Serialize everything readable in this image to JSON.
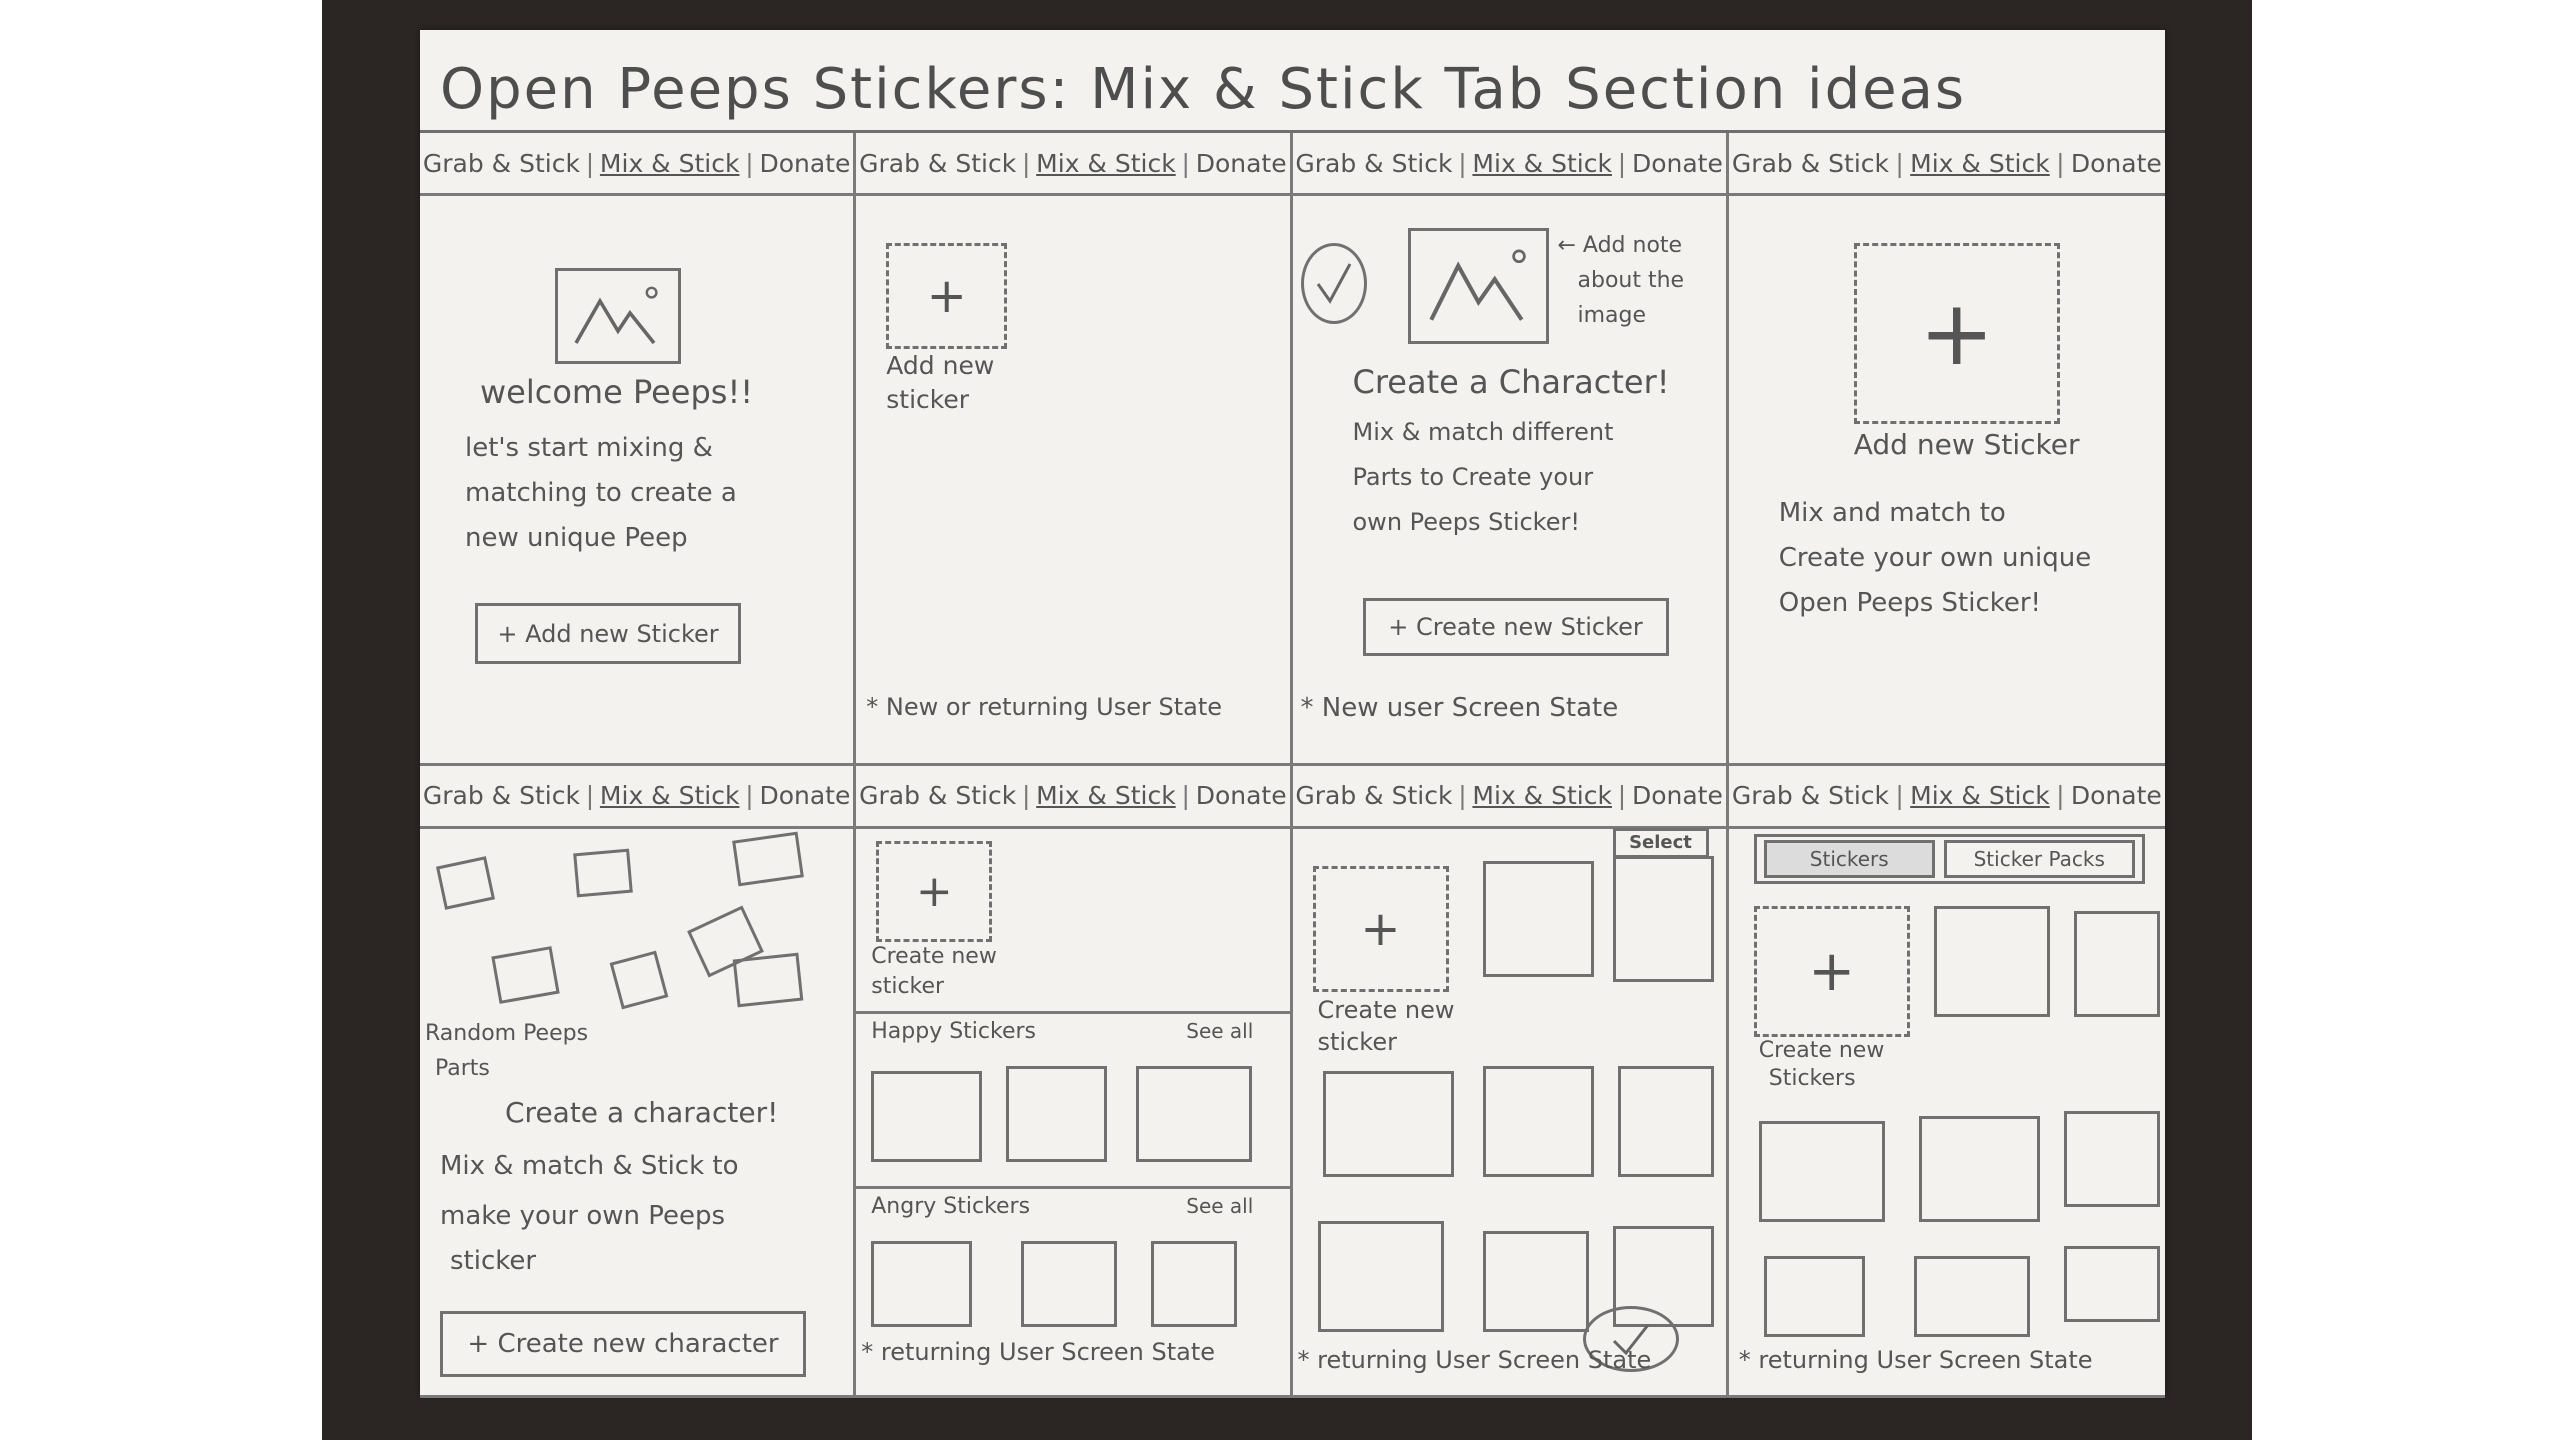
{
  "title": "Open Peeps Stickers: Mix & Stick Tab Section ideas",
  "tabs": {
    "grab": "Grab & Stick",
    "mix": "Mix & Stick",
    "donate": "Donate"
  },
  "panel1": {
    "welcome": "welcome Peeps!!",
    "body": [
      "let's start mixing &",
      "matching to create a",
      "new unique Peep"
    ],
    "button": "+ Add new Sticker"
  },
  "panel2": {
    "add_label": [
      "Add new",
      "sticker"
    ],
    "note": "* New or returning User State"
  },
  "panel3": {
    "arrow_note": [
      "← Add note",
      "about the",
      "image"
    ],
    "heading": "Create a Character!",
    "body": [
      "Mix & match different",
      "Parts to Create your",
      "own Peeps Sticker!"
    ],
    "button": "+ Create new Sticker",
    "note": "* New user Screen State"
  },
  "panel4": {
    "add_label": "Add new Sticker",
    "body": [
      "Mix and match to",
      "Create your own unique",
      "Open Peeps Sticker!"
    ]
  },
  "panel5": {
    "random": [
      "Random Peeps",
      "Parts"
    ],
    "heading": "Create a character!",
    "body": [
      "Mix & match & Stick to",
      "make your own Peeps",
      "sticker"
    ],
    "button": "+ Create new character"
  },
  "panel6": {
    "create_label": [
      "Create new",
      "sticker"
    ],
    "section1": "Happy Stickers",
    "section2": "Angry Stickers",
    "see_all": "See all",
    "note": "* returning User Screen State"
  },
  "panel7": {
    "select": "Select",
    "create_label": [
      "Create new",
      "sticker"
    ],
    "note": "* returning User Screen State"
  },
  "panel8": {
    "tab_stickers": "Stickers",
    "tab_packs": "Sticker Packs",
    "create_label": [
      "Create new",
      "Stickers"
    ],
    "note": "* returning User Screen State"
  }
}
